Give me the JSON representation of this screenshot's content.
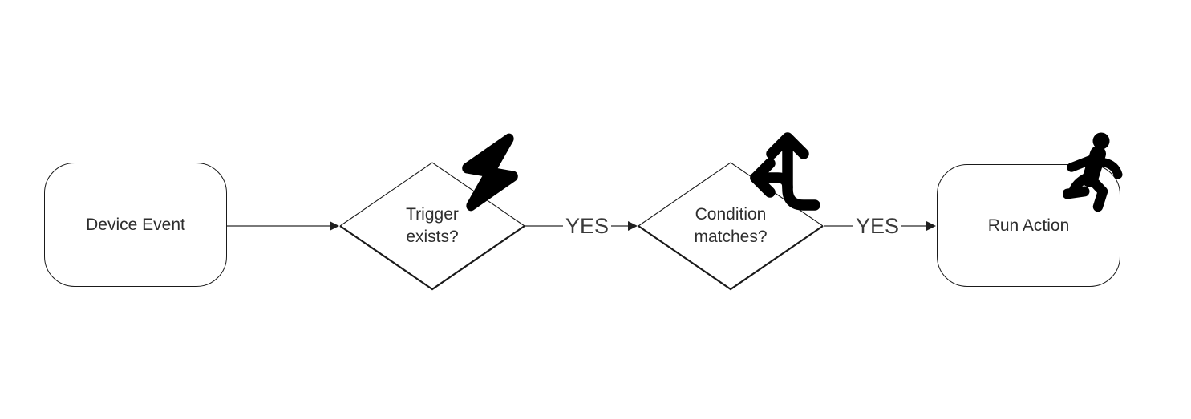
{
  "diagram": {
    "type": "flowchart",
    "direction": "left-to-right",
    "background": "#ffffff",
    "nodes": [
      {
        "id": "device-event",
        "shape": "rounded-rect",
        "label": "Device Event",
        "icon": null
      },
      {
        "id": "trigger-exists",
        "shape": "diamond",
        "label": "Trigger exists?",
        "icon": "lightning-bolt-icon"
      },
      {
        "id": "condition-matches",
        "shape": "diamond",
        "label": "Condition matches?",
        "icon": "directions-split-icon"
      },
      {
        "id": "run-action",
        "shape": "rounded-rect",
        "label": "Run Action",
        "icon": "person-running-icon"
      }
    ],
    "edges": [
      {
        "from": "device-event",
        "to": "trigger-exists"
      },
      {
        "from": "trigger-exists",
        "to": "condition-matches",
        "label": "YES"
      },
      {
        "from": "condition-matches",
        "to": "run-action",
        "label": "YES"
      }
    ],
    "colors": {
      "node_border": "#1a1a1a",
      "node_fill": "#ffffff",
      "text": "#2e2e2e",
      "edge_line": "#4d4d4d",
      "arrowhead": "#1f1f1f",
      "icon": "#000000"
    }
  }
}
